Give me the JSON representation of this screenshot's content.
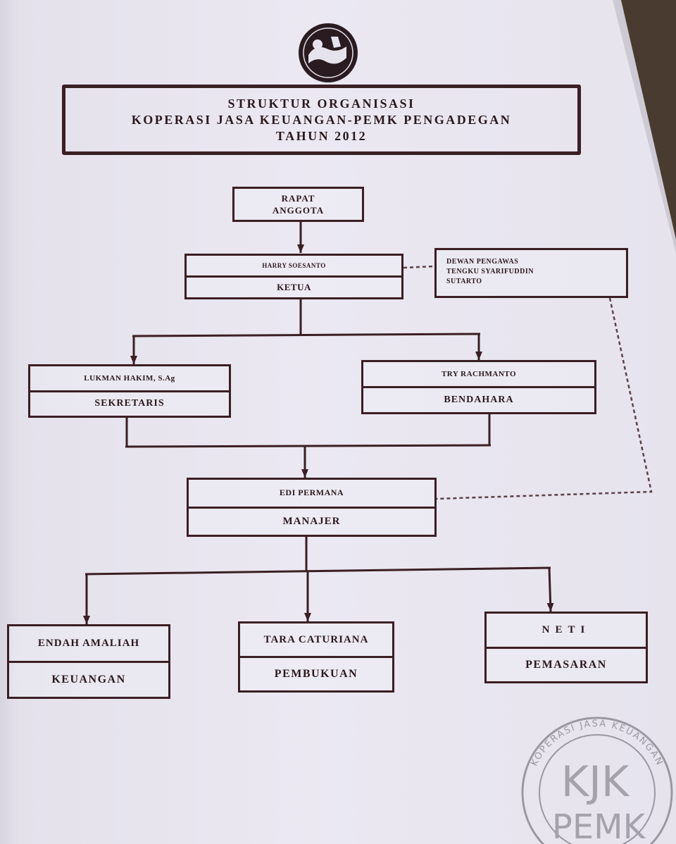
{
  "document": {
    "title_lines": [
      "STRUKTUR ORGANISASI",
      "KOPERASI JASA KEUANGAN-PEMK PENGADEGAN",
      "TAHUN 2012"
    ]
  },
  "org": {
    "rapat": {
      "line1": "RAPAT",
      "line2": "ANGGOTA"
    },
    "ketua": {
      "name": "HARRY SOESANTO",
      "role": "KETUA"
    },
    "dewan_pengawas": {
      "title": "DEWAN PENGAWAS",
      "members": [
        "TENGKU SYARIFUDDIN",
        "SUTARTO"
      ]
    },
    "sekretaris": {
      "name": "LUKMAN HAKIM, S.Ag",
      "role": "SEKRETARIS"
    },
    "bendahara": {
      "name": "TRY RACHMANTO",
      "role": "BENDAHARA"
    },
    "manajer": {
      "name": "EDI PERMANA",
      "role": "MANAJER"
    },
    "keuangan": {
      "name": "ENDAH AMALIAH",
      "role": "KEUANGAN"
    },
    "pembukuan": {
      "name": "TARA CATURIANA",
      "role": "PEMBUKUAN"
    },
    "pemasaran": {
      "name": "NETI",
      "role": "PEMASARAN"
    }
  },
  "stamp": {
    "ring": "KOPERASI JASA KEUANGAN",
    "center": "KJK",
    "bottom": "PEMK"
  },
  "icons": {
    "logo": "emblem-logo"
  },
  "colors": {
    "paper": "#e9e6f0",
    "ink": "#3a1f24",
    "stamp": "#8e8b94",
    "background": "#4a3b31"
  }
}
